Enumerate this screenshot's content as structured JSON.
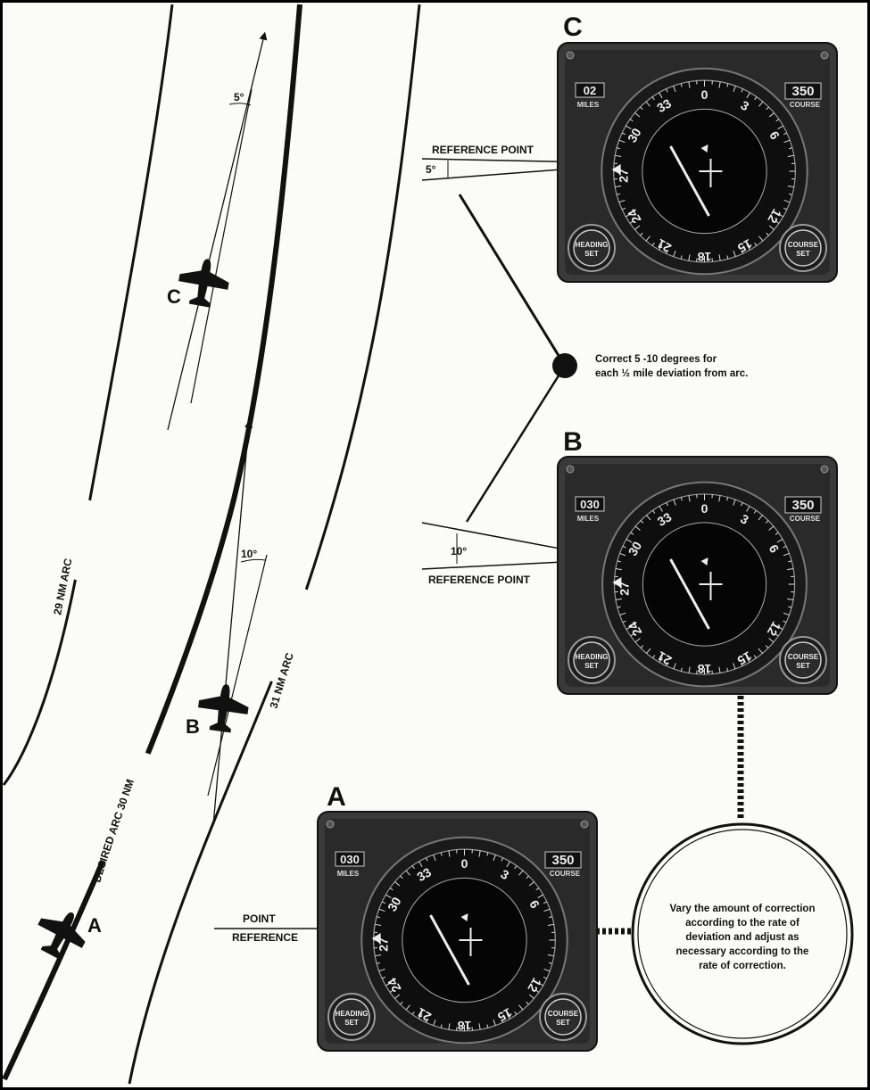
{
  "arcs": {
    "inner_label": "29 NM ARC",
    "desired_label": "DESIRED ARC  30 NM",
    "outer_label": "31 NM ARC"
  },
  "aircraft": [
    {
      "id": "A",
      "label": "A"
    },
    {
      "id": "B",
      "label": "B"
    },
    {
      "id": "C",
      "label": "C"
    }
  ],
  "angles": {
    "c_correction": "5°",
    "b_correction": "10°"
  },
  "instruments": {
    "A": {
      "title": "A",
      "miles": "030",
      "course": "350",
      "miles_label": "MILES",
      "course_label": "COURSE",
      "heading_set_line1": "HEADING",
      "heading_set_line2": "SET",
      "course_set_line1": "COURSE",
      "course_set_line2": "SET",
      "reference_line1": "POINT",
      "reference_line2": "REFERENCE"
    },
    "B": {
      "title": "B",
      "miles": "030",
      "course": "350",
      "miles_label": "MILES",
      "course_label": "COURSE",
      "heading_set_line1": "HEADING",
      "heading_set_line2": "SET",
      "course_set_line1": "COURSE",
      "course_set_line2": "SET",
      "reference": "REFERENCE POINT",
      "angle": "10°"
    },
    "C": {
      "title": "C",
      "miles": "02",
      "course": "350",
      "miles_label": "MILES",
      "course_label": "COURSE",
      "heading_set_line1": "HEADING",
      "heading_set_line2": "SET",
      "course_set_line1": "COURSE",
      "course_set_line2": "SET",
      "reference": "REFERENCE POINT",
      "angle": "5°"
    }
  },
  "compass_numbers": [
    "0",
    "3",
    "6",
    "",
    "12",
    "15",
    "18",
    "21",
    "24",
    "27",
    "30",
    "33"
  ],
  "notes": {
    "correction_line1": "Correct  5 -10 degrees for",
    "correction_line2": "each ½ mile deviation from arc.",
    "vary_lines": [
      "Vary the amount of correction",
      "according to the rate of",
      "deviation  and adjust as",
      "necessary according to the",
      "rate of correction."
    ]
  }
}
